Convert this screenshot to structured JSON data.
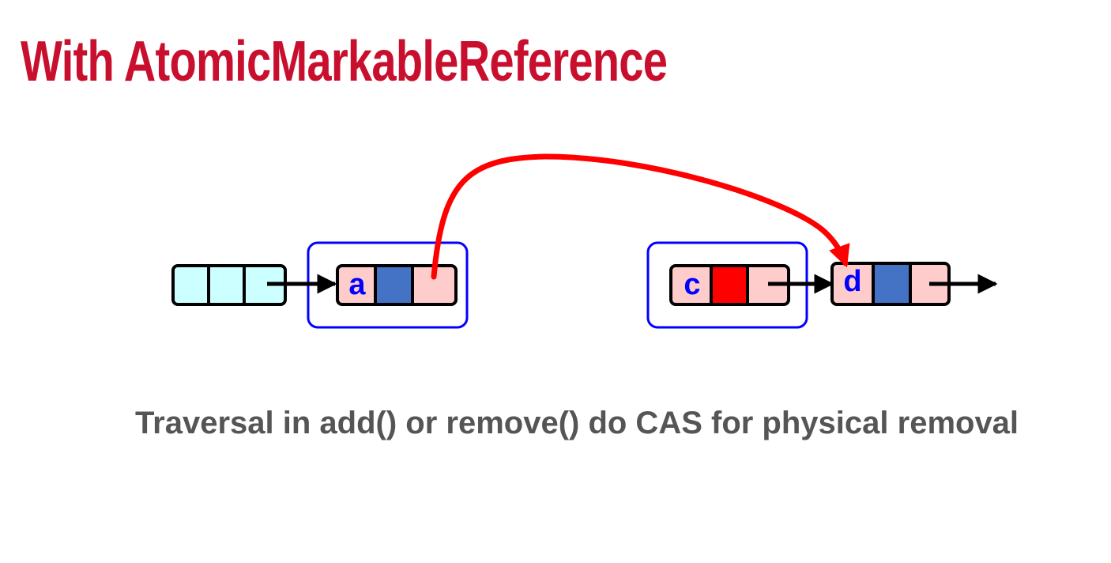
{
  "title": "With AtomicMarkableReference",
  "caption": "Traversal in add() or remove() do CAS for physical removal",
  "colors": {
    "title": "#c8102e",
    "caption": "#555555",
    "head_node_fill": "#ccffff",
    "node_fill": "#ffcccc",
    "unmarked_bit": "#4472c4",
    "marked_bit": "#ff0000",
    "node_border": "#000000",
    "highlight_box": "#0000ff",
    "cas_arrow": "#ff0000",
    "node_label": "#0000ff"
  },
  "nodes": [
    {
      "id": "head",
      "label": "",
      "mark": "none"
    },
    {
      "id": "a",
      "label": "a",
      "mark": "unmarked"
    },
    {
      "id": "c",
      "label": "c",
      "mark": "marked"
    },
    {
      "id": "d",
      "label": "d",
      "mark": "unmarked"
    }
  ],
  "highlighted_nodes": [
    "a",
    "c"
  ],
  "edges": [
    {
      "from": "head",
      "to": "a",
      "type": "next"
    },
    {
      "from": "c",
      "to": "d",
      "type": "next"
    },
    {
      "from": "d",
      "to": "",
      "type": "next"
    },
    {
      "from": "a",
      "to": "d",
      "type": "cas-redirect"
    }
  ]
}
